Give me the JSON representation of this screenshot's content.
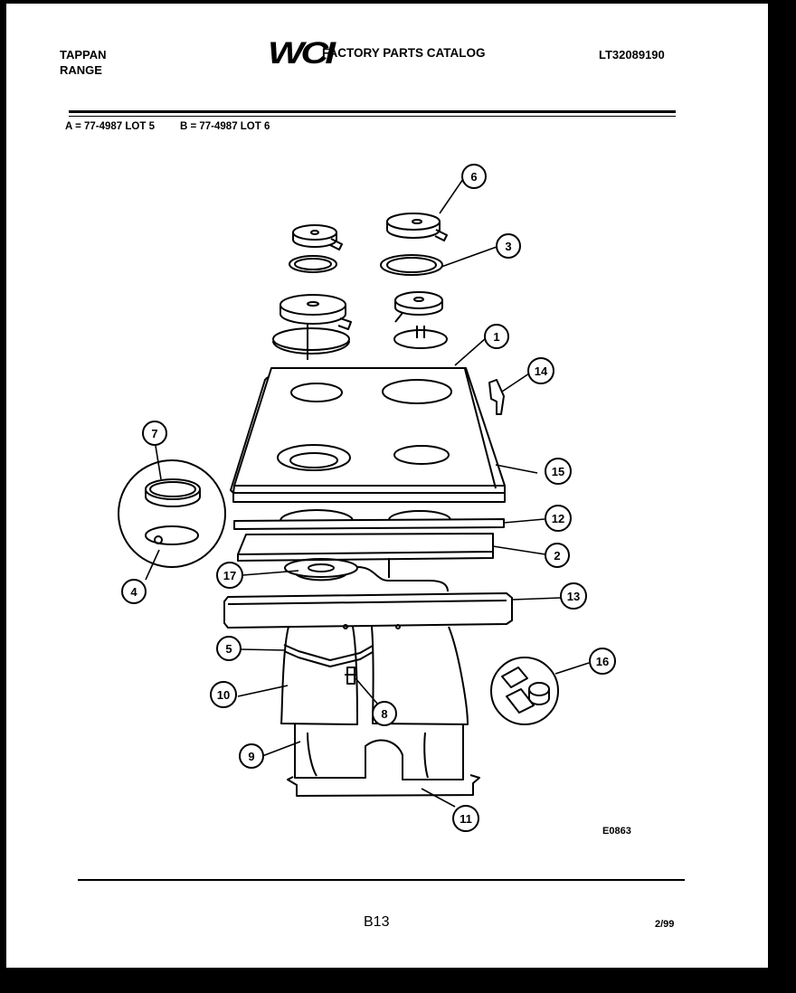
{
  "header": {
    "brand_line1": "TAPPAN",
    "brand_line2": "RANGE",
    "logo": "WCI",
    "catalog_title": "FACTORY PARTS CATALOG",
    "catalog_number": "LT32089190"
  },
  "lots": {
    "a": "A = 77-4987 LOT 5",
    "b": "B = 77-4987 LOT 6"
  },
  "diagram": {
    "callouts": [
      "1",
      "2",
      "3",
      "4",
      "5",
      "6",
      "7",
      "8",
      "9",
      "10",
      "11",
      "12",
      "13",
      "14",
      "15",
      "16",
      "17"
    ]
  },
  "footer": {
    "drawing_code": "E0863",
    "page_number": "B13",
    "date": "2/99"
  }
}
